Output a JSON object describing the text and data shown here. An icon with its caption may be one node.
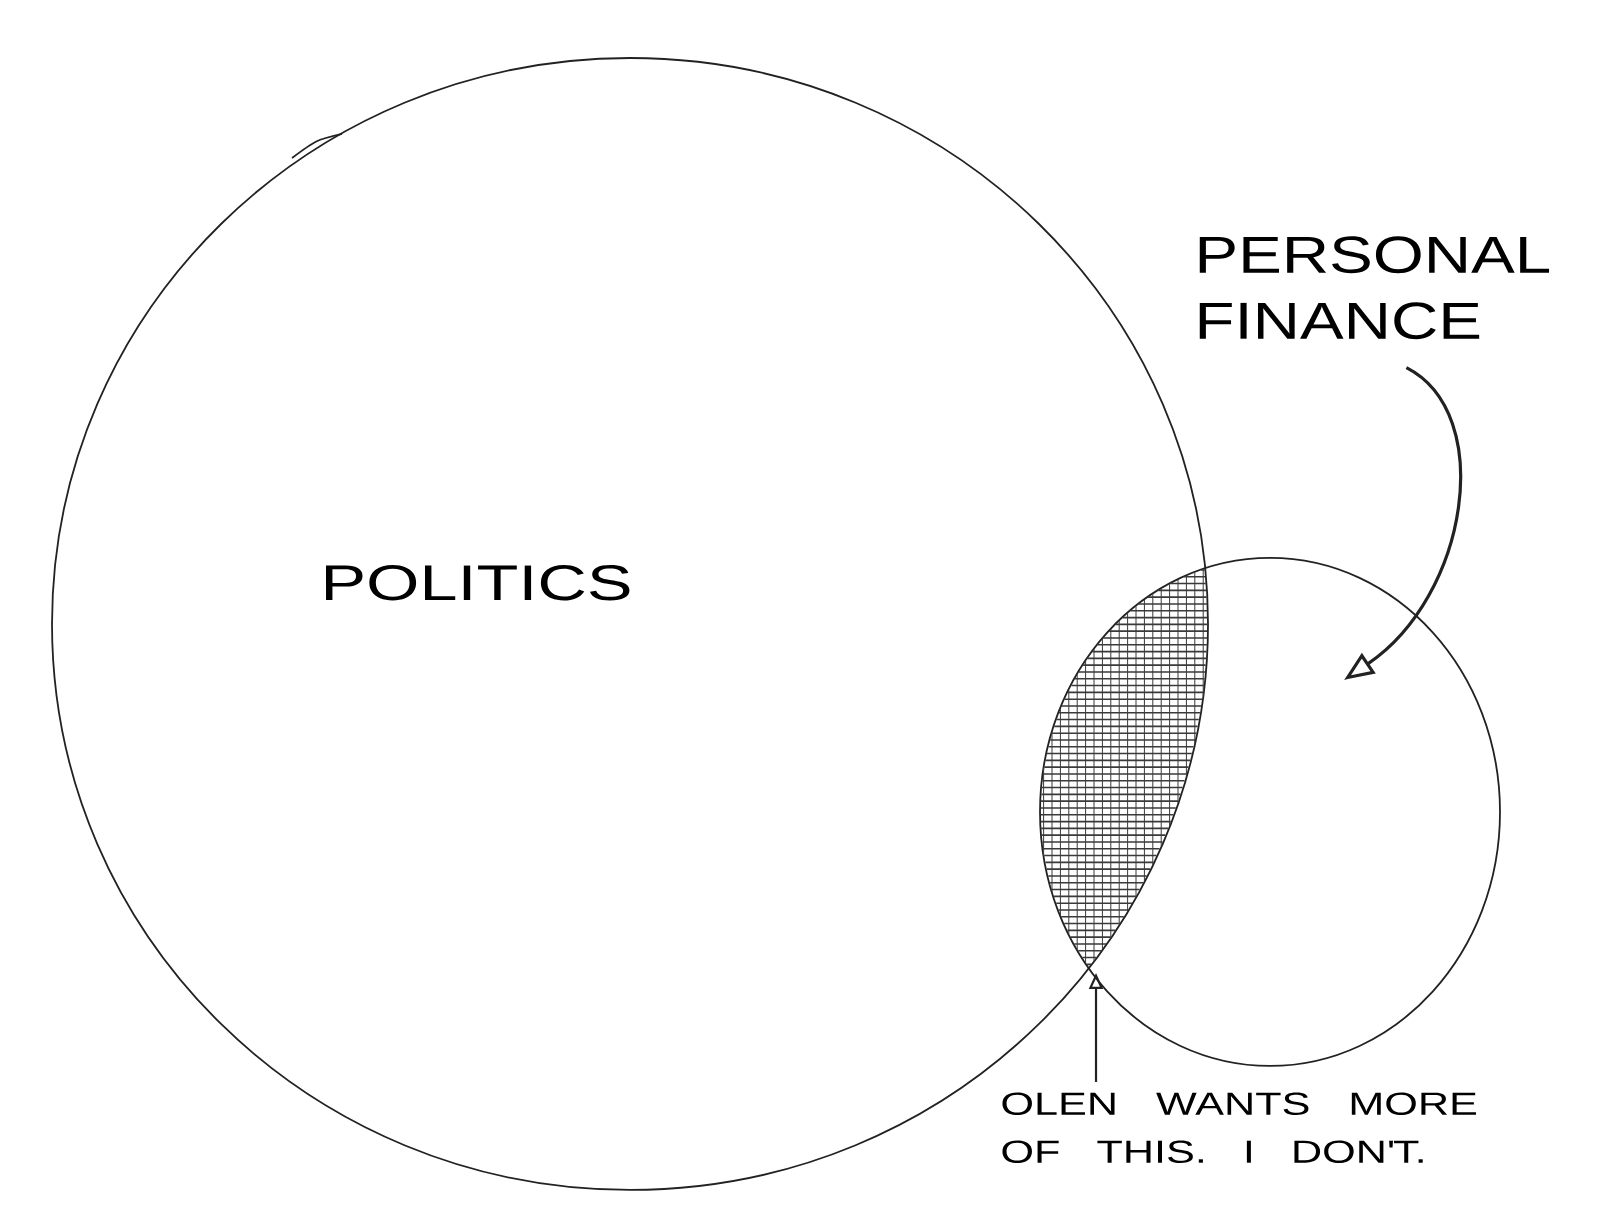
{
  "diagram": {
    "nodes": [
      {
        "text": [
          "POLITICS"
        ]
      },
      {
        "text": [
          "PERSONAL FINANCE"
        ]
      },
      {
        "text": [],
        "shape": "circle"
      },
      {
        "text": [],
        "shape": "lens"
      },
      {
        "text": [
          "OLEN WANTS MORE OF THIS. I DON'T."
        ]
      }
    ],
    "edges": [
      {
        "from": 1,
        "to": 2,
        "arrow": "to"
      },
      {
        "from": 4,
        "to": 3,
        "arrow": "to"
      }
    ]
  }
}
